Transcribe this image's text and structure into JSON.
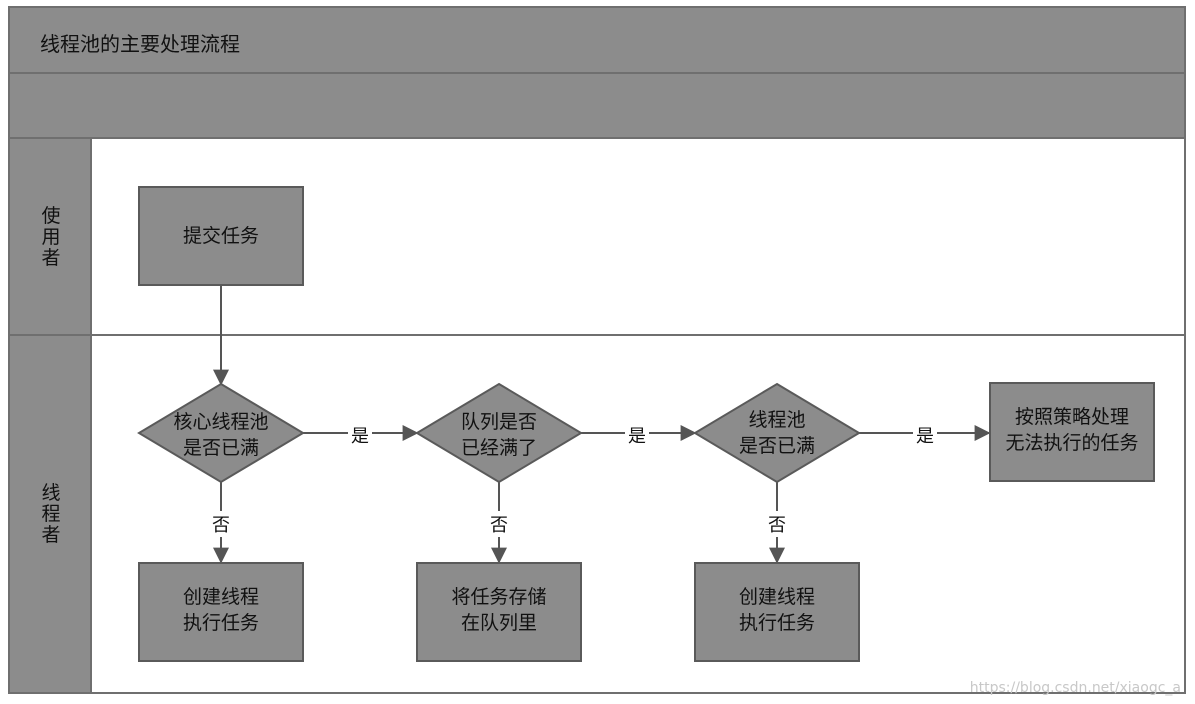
{
  "title": "线程池的主要处理流程",
  "lanes": {
    "user": "使用者",
    "pool": "线程者"
  },
  "nodes": {
    "submit": [
      "提交任务"
    ],
    "core_full": [
      "核心线程池",
      "是否已满"
    ],
    "queue_full": [
      "队列是否",
      "已经满了"
    ],
    "pool_full": [
      "线程池",
      "是否已满"
    ],
    "reject": [
      "按照策略处理",
      "无法执行的任务"
    ],
    "create_core": [
      "创建线程",
      "执行任务"
    ],
    "enqueue": [
      "将任务存储",
      "在队列里"
    ],
    "create_thread": [
      "创建线程",
      "执行任务"
    ]
  },
  "edges": {
    "yes": "是",
    "no": "否"
  },
  "watermark": "https://blog.csdn.net/xiaogc_a"
}
